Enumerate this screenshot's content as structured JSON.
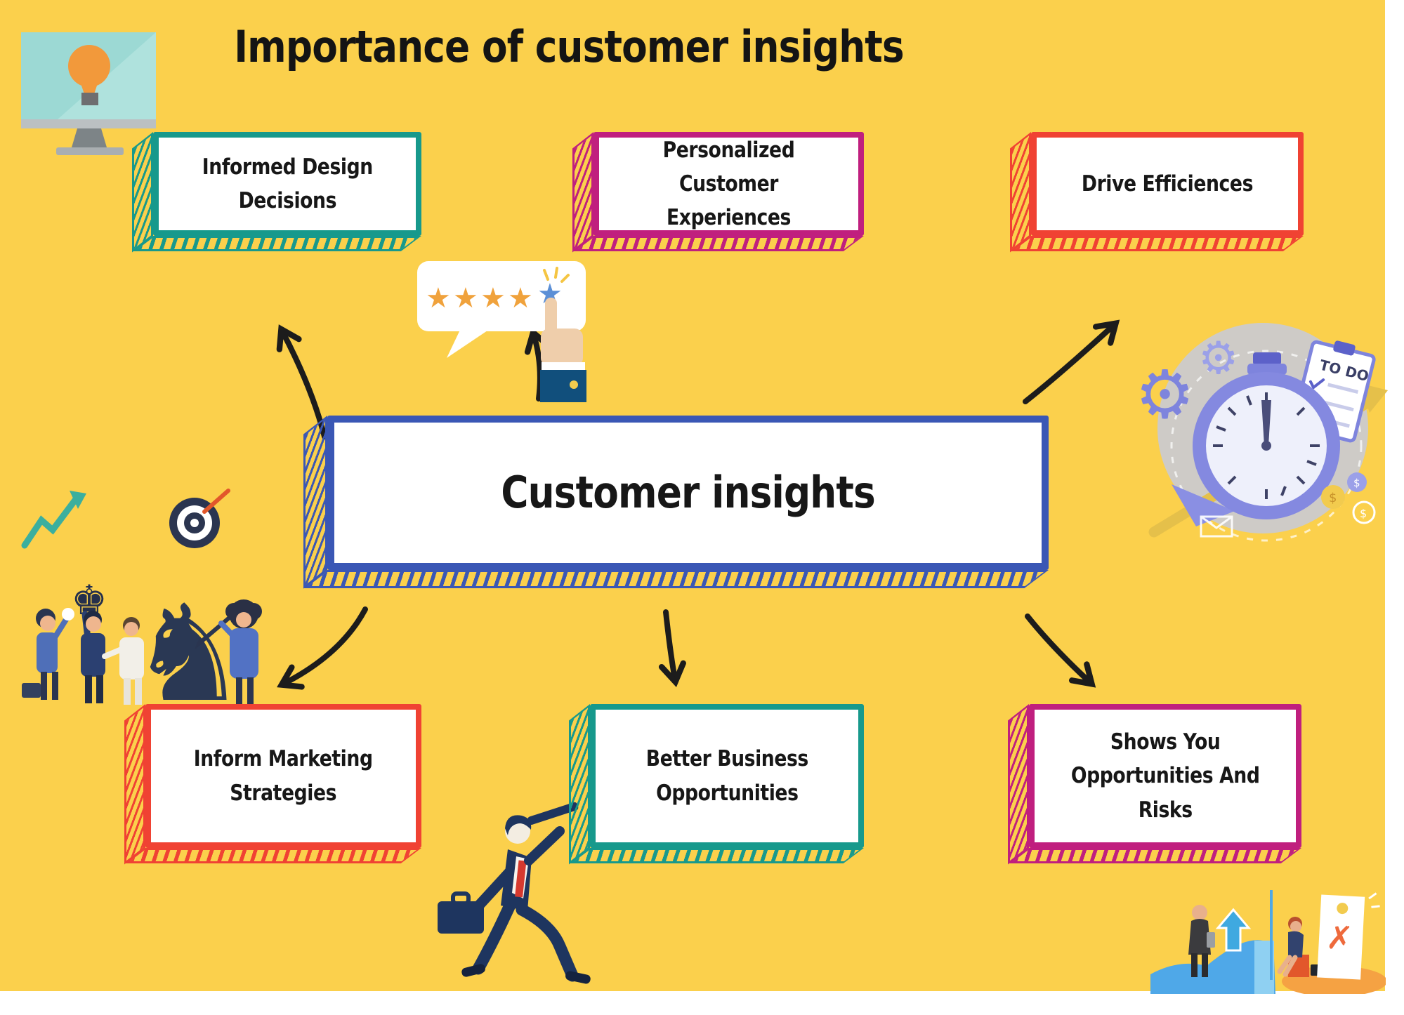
{
  "title": "Importance of customer insights",
  "center": {
    "label": "Customer insights"
  },
  "nodes": [
    {
      "label": "Informed Design\nDecisions",
      "position": "top-left",
      "accent": "#17998C"
    },
    {
      "label": "Personalized Customer\nExperiences",
      "position": "top-center",
      "accent": "#C01F7E"
    },
    {
      "label": "Drive Efficiences",
      "position": "top-right",
      "accent": "#F04233"
    },
    {
      "label": "Inform Marketing\nStrategies",
      "position": "bottom-left",
      "accent": "#F04233"
    },
    {
      "label": "Better Business\nOpportunities",
      "position": "bottom-center",
      "accent": "#17998C"
    },
    {
      "label": "Shows You\nOpportunities And\nRisks",
      "position": "bottom-right",
      "accent": "#C01F7E"
    }
  ],
  "colors": {
    "background": "#FBD04C",
    "center_border": "#3A57B5",
    "teal": "#17998C",
    "magenta": "#C01F7E",
    "red": "#F04233",
    "text": "#161616",
    "arrow": "#1C1C1C",
    "star": "#F0A23C"
  },
  "icons": {
    "star": "★",
    "knight": "♞",
    "king": "♚",
    "gear": "⚙",
    "cross": "✗"
  },
  "illustrations": {
    "monitor_lightbulb": "idea-monitor",
    "review_bubble": {
      "name": "five-star-review",
      "stars": 5
    },
    "stopwatch": {
      "name": "time-efficiency",
      "todo_label": "TO DO"
    },
    "chess_strategy": "strategy-team",
    "runner_telescope": "opportunity-seeker",
    "risk_scene": "opportunities-and-risks"
  }
}
